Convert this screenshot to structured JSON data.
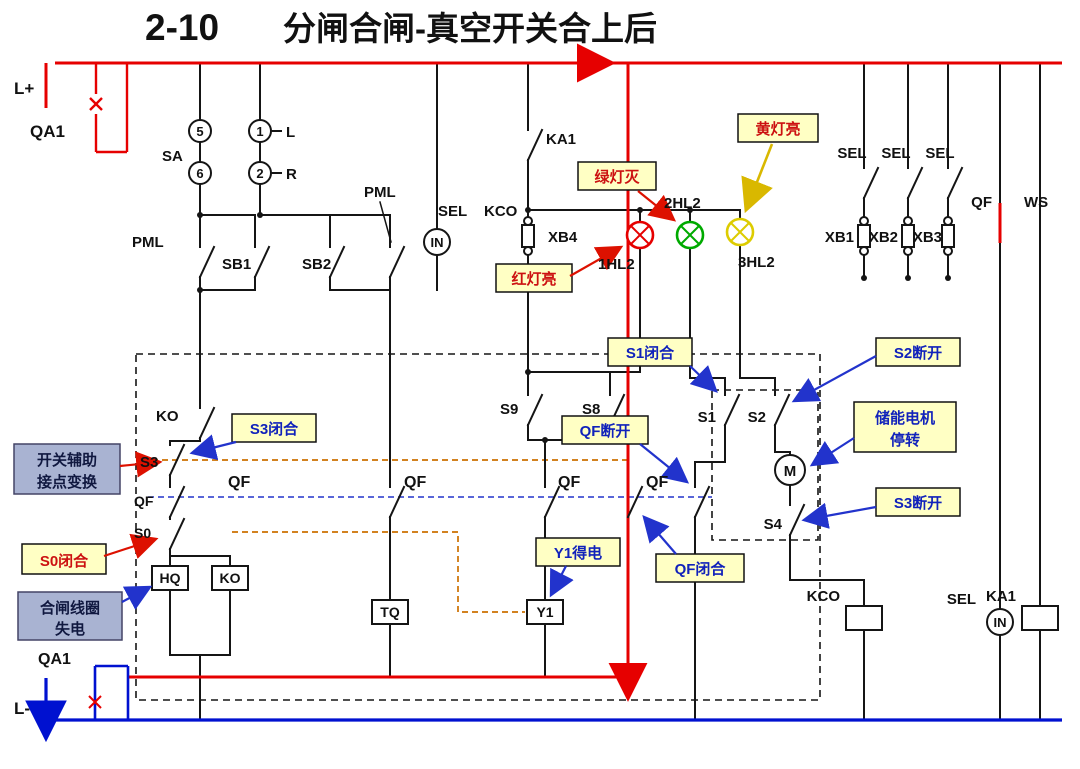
{
  "title": {
    "num": "2-10",
    "text": "分闸合闸-真空开关合上后"
  },
  "terminals": {
    "l_plus": "L+",
    "l_minus": "L-",
    "qa1_top": "QA1",
    "qa1_bottom": "QA1"
  },
  "sa": {
    "label": "SA",
    "c5": "5",
    "c1": "1",
    "c6": "6",
    "c2": "2",
    "l": "L",
    "r": "R"
  },
  "contacts": {
    "pml_left": "PML",
    "sb1": "SB1",
    "sb2": "SB2",
    "pml_top": "PML",
    "sel_in": "SEL",
    "kco_top": "KCO",
    "in_top": "IN",
    "ka1_top": "KA1",
    "xb4": "XB4",
    "hl1": "1HL2",
    "hl2": "2HL2",
    "hl3": "3HL2",
    "sel_r1": "SEL",
    "sel_r2": "SEL",
    "sel_r3": "SEL",
    "xb1": "XB1",
    "xb2": "XB2",
    "xb3": "XB3",
    "qf_top": "QF",
    "ws": "WS",
    "ko": "KO",
    "s3": "S3",
    "qf_left_small": "QF",
    "s0": "S0",
    "qf_1": "QF",
    "qf_2": "QF",
    "qf_3": "QF",
    "qf_4": "QF",
    "s9": "S9",
    "s8": "S8",
    "s1": "S1",
    "s2": "S2",
    "s4": "S4",
    "m": "M",
    "kco_bottom": "KCO",
    "sel_bottom": "SEL",
    "in_bottom": "IN",
    "ka1_bottom": "KA1"
  },
  "boxes": {
    "hq": "HQ",
    "ko": "KO",
    "tq": "TQ",
    "y1": "Y1"
  },
  "callouts": {
    "yellow_on": "黄灯亮",
    "green_off": "绿灯灭",
    "red_on": "红灯亮",
    "s1_closed": "S1闭合",
    "s2_open": "S2断开",
    "motor_line1": "储能电机",
    "motor_line2": "停转",
    "s3_open": "S3断开",
    "qf_open": "QF断开",
    "qf_closed": "QF闭合",
    "y1_energized": "Y1得电",
    "s3_closed": "S3闭合",
    "s0_closed": "S0闭合",
    "aux_line1": "开关辅助",
    "aux_line2": "接点变换",
    "coil_line1": "合闸线圈",
    "coil_line2": "失电"
  },
  "colors": {
    "positive_rail": "#e60000",
    "negative_rail": "#0011d0",
    "lamp_red": "#e60000",
    "lamp_green": "#00aa00",
    "lamp_yellow": "#ddcc00",
    "callout_yellow_bg": "#ffffc4",
    "callout_gray_bg": "#a9b3d2",
    "callout_text_red": "#cc1111",
    "callout_text_blue": "#1122bb",
    "dashed_orange": "#cc7000",
    "dashed_blue": "#2233cc"
  }
}
